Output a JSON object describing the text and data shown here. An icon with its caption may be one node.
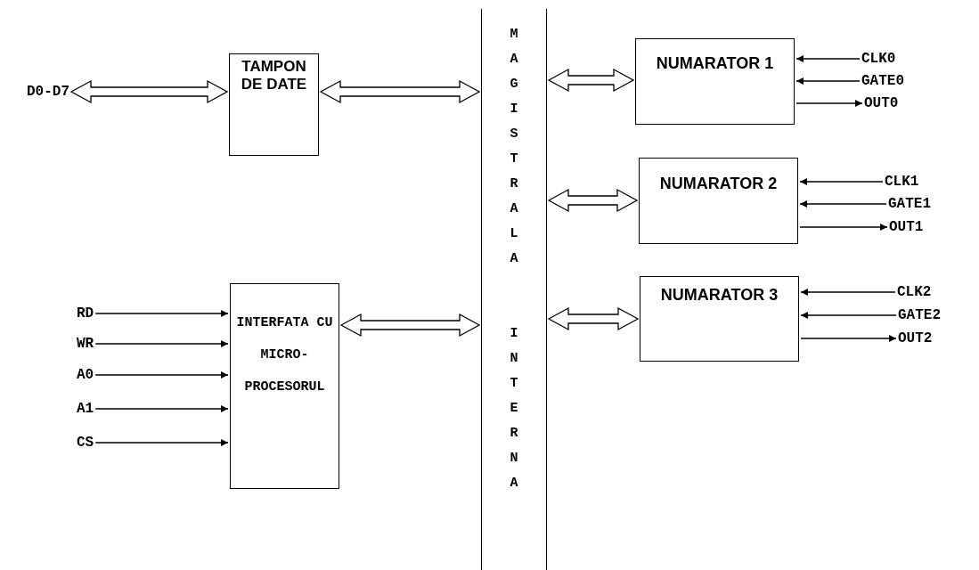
{
  "diagram": {
    "nodes": [
      {
        "text": [
          "D0-D7"
        ]
      },
      {
        "text": [
          "TAMPON DE DATE"
        ]
      },
      {
        "text": [
          "MAGISTRALA INTERNA"
        ]
      },
      {
        "text": [
          "NUMARATOR 1"
        ]
      },
      {
        "text": [
          "CLK0"
        ]
      },
      {
        "text": [
          "GATE0"
        ]
      },
      {
        "text": [
          "OUT0"
        ]
      },
      {
        "text": [
          "NUMARATOR 2"
        ]
      },
      {
        "text": [
          "CLK1"
        ]
      },
      {
        "text": [
          "GATE1"
        ]
      },
      {
        "text": [
          "OUT1"
        ]
      },
      {
        "text": [
          "NUMARATOR 3"
        ]
      },
      {
        "text": [
          "CLK2"
        ]
      },
      {
        "text": [
          "GATE2"
        ]
      },
      {
        "text": [
          "OUT2"
        ]
      },
      {
        "text": [
          "RD"
        ]
      },
      {
        "text": [
          "WR"
        ]
      },
      {
        "text": [
          "A0"
        ]
      },
      {
        "text": [
          "A1"
        ]
      },
      {
        "text": [
          "CS"
        ]
      },
      {
        "text": [
          "INTERFATA CU MICRO-PROCESORUL"
        ]
      }
    ],
    "edges": [
      {
        "from": 0,
        "to": 1,
        "arrow": "both"
      },
      {
        "from": 1,
        "to": 2,
        "arrow": "both"
      },
      {
        "from": 2,
        "to": 3,
        "arrow": "both"
      },
      {
        "from": 4,
        "to": 3,
        "arrow": "to"
      },
      {
        "from": 5,
        "to": 3,
        "arrow": "to"
      },
      {
        "from": 3,
        "to": 6,
        "arrow": "to"
      },
      {
        "from": 2,
        "to": 7,
        "arrow": "both"
      },
      {
        "from": 8,
        "to": 7,
        "arrow": "to"
      },
      {
        "from": 9,
        "to": 7,
        "arrow": "to"
      },
      {
        "from": 7,
        "to": 10,
        "arrow": "to"
      },
      {
        "from": 2,
        "to": 11,
        "arrow": "both"
      },
      {
        "from": 12,
        "to": 11,
        "arrow": "to"
      },
      {
        "from": 13,
        "to": 11,
        "arrow": "to"
      },
      {
        "from": 11,
        "to": 14,
        "arrow": "to"
      },
      {
        "from": 20,
        "to": 2,
        "arrow": "both"
      },
      {
        "from": 15,
        "to": 20,
        "arrow": "to"
      },
      {
        "from": 16,
        "to": 20,
        "arrow": "to"
      },
      {
        "from": 17,
        "to": 20,
        "arrow": "to"
      },
      {
        "from": 18,
        "to": 20,
        "arrow": "to"
      },
      {
        "from": 19,
        "to": 20,
        "arrow": "to"
      }
    ]
  }
}
